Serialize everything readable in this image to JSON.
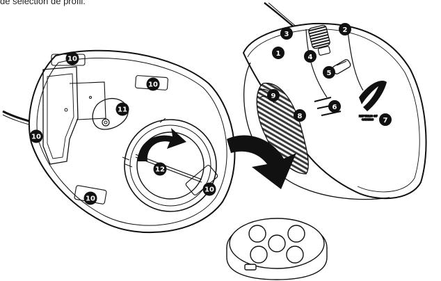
{
  "caption": "de sélection de profil.",
  "callouts": {
    "c1": "1",
    "c2": "2",
    "c3": "3",
    "c4": "4",
    "c5": "5",
    "c6": "6",
    "c7": "7",
    "c8": "8",
    "c9": "9",
    "c10a": "10",
    "c10b": "10",
    "c10c": "10",
    "c10d": "10",
    "c10e": "10",
    "c11": "11",
    "c12": "12"
  },
  "logo": {
    "line1": "REPUBLIC OF",
    "line2": "GAMERS"
  },
  "colors": {
    "stroke": "#111111",
    "callout_fill": "#111111",
    "callout_text": "#ffffff",
    "mesh_dark": "#3a3a3a"
  }
}
